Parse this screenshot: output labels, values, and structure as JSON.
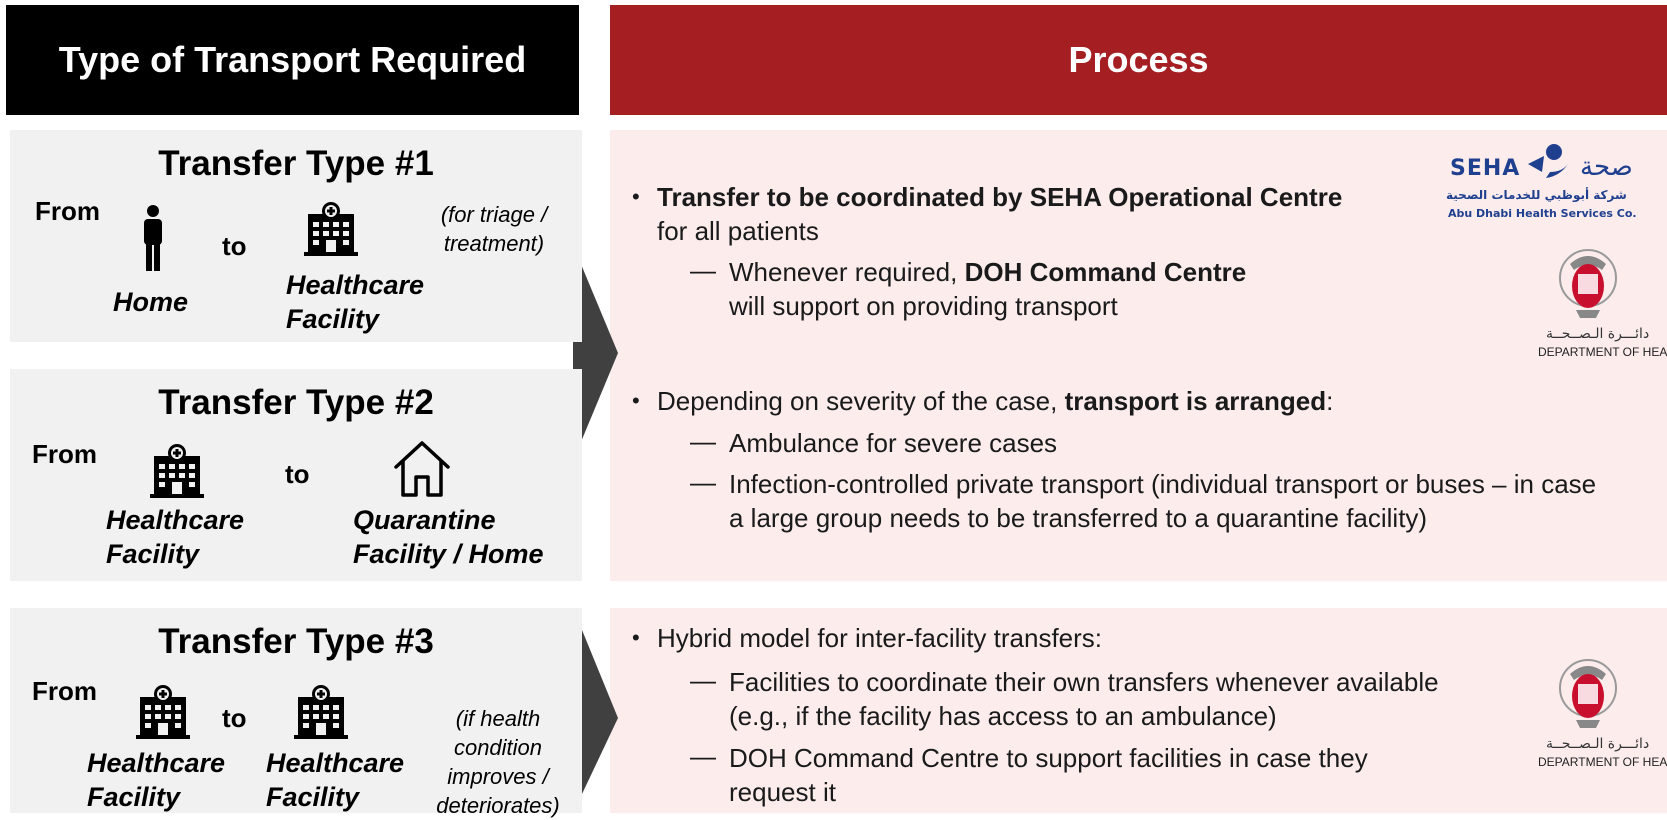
{
  "headers": {
    "left": "Type of Transport Required",
    "right": "Process"
  },
  "transfers": [
    {
      "title": "Transfer Type #1",
      "from_label": "From",
      "to_label": "to",
      "origin": [
        "Home"
      ],
      "destination": [
        "Healthcare",
        "Facility"
      ],
      "note": [
        "(for triage /",
        "treatment)"
      ],
      "origin_icon": "person-icon",
      "destination_icon": "hospital-icon"
    },
    {
      "title": "Transfer Type #2",
      "from_label": "From",
      "to_label": "to",
      "origin": [
        "Healthcare",
        "Facility"
      ],
      "destination": [
        "Quarantine",
        "Facility / Home"
      ],
      "origin_icon": "hospital-icon",
      "destination_icon": "house-icon"
    },
    {
      "title": "Transfer Type #3",
      "from_label": "From",
      "to_label": "to",
      "origin": [
        "Healthcare",
        "Facility"
      ],
      "destination": [
        "Healthcare",
        "Facility"
      ],
      "note": [
        "(if health",
        "condition",
        "improves /",
        "deteriorates)"
      ],
      "origin_icon": "hospital-icon",
      "destination_icon": "hospital-icon"
    }
  ],
  "process": {
    "p1": {
      "b1_bold": "Transfer to be coordinated by SEHA Operational Centre",
      "b1_cont": "for all patients",
      "s1_pre": "Whenever required, ",
      "s1_bold": "DOH Command Centre",
      "s1_cont": "will support on providing transport",
      "b2_pre": "Depending on severity of the case, ",
      "b2_bold": "transport is arranged",
      "b2_post": ":",
      "s2": "Ambulance for severe cases",
      "s3_l1": "Infection-controlled private transport (individual transport or buses – in case",
      "s3_l2": "a large group needs to be transferred to a quarantine facility)"
    },
    "p2": {
      "b1": "Hybrid model for inter-facility transfers:",
      "s1_l1": "Facilities to coordinate their own transfers whenever available",
      "s1_l2": "(e.g., if the facility has access to an ambulance)",
      "s2_l1": "DOH Command Centre to support facilities in case they",
      "s2_l2": "request it"
    }
  },
  "logos": {
    "seha_latin": "SEHA",
    "seha_arabic": "صحة",
    "seha_arabic_sub": "شركة أبوظبي للخدمات الصحية",
    "seha_english_sub": "Abu Dhabi Health Services Co.",
    "doh_arabic": "دائـــرة الـصــحــة",
    "doh_english": "DEPARTMENT OF HEALTH"
  },
  "colors": {
    "header_left": "#000000",
    "header_right": "#a41e22",
    "left_panel": "#f1f1f1",
    "right_panel": "#fcecec",
    "chevron": "#404040",
    "seha_blue": "#1f3f8f"
  }
}
